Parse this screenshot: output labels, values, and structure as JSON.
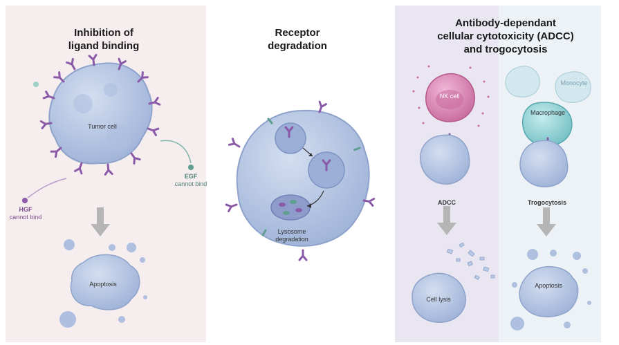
{
  "panels": {
    "ligand": {
      "title": "Inhibition of\nligand binding",
      "tumor_cell": "Tumor cell",
      "egf": "EGF",
      "egf_note": "cannot bind",
      "hgf": "HGF",
      "hgf_note": "cannot bind",
      "apoptosis": "Apoptosis"
    },
    "degradation": {
      "title": "Receptor\ndegradation",
      "lysosome": "Lysosome\ndegradation"
    },
    "adcc": {
      "title": "Antibody-dependant\ncellular cytotoxicity (ADCC)\nand trogocytosis",
      "nk_cell": "NK cell",
      "monocyte": "Monocyte",
      "macrophage": "Macrophage",
      "adcc_label": "ADCC",
      "trogocytosis_label": "Trogocytosis",
      "cell_lysis": "Cell lysis",
      "apoptosis": "Apoptosis"
    }
  },
  "colors": {
    "cell_fill": "#b9c8e4",
    "cell_stroke": "#8ea3cb",
    "antibody_purple": "#8a5aa8",
    "receptor_green": "#5f9e8f",
    "nk_fill": "#d98cb5",
    "macrophage_fill": "#8fcfd3",
    "arrow_gray": "#b5b5b5"
  }
}
